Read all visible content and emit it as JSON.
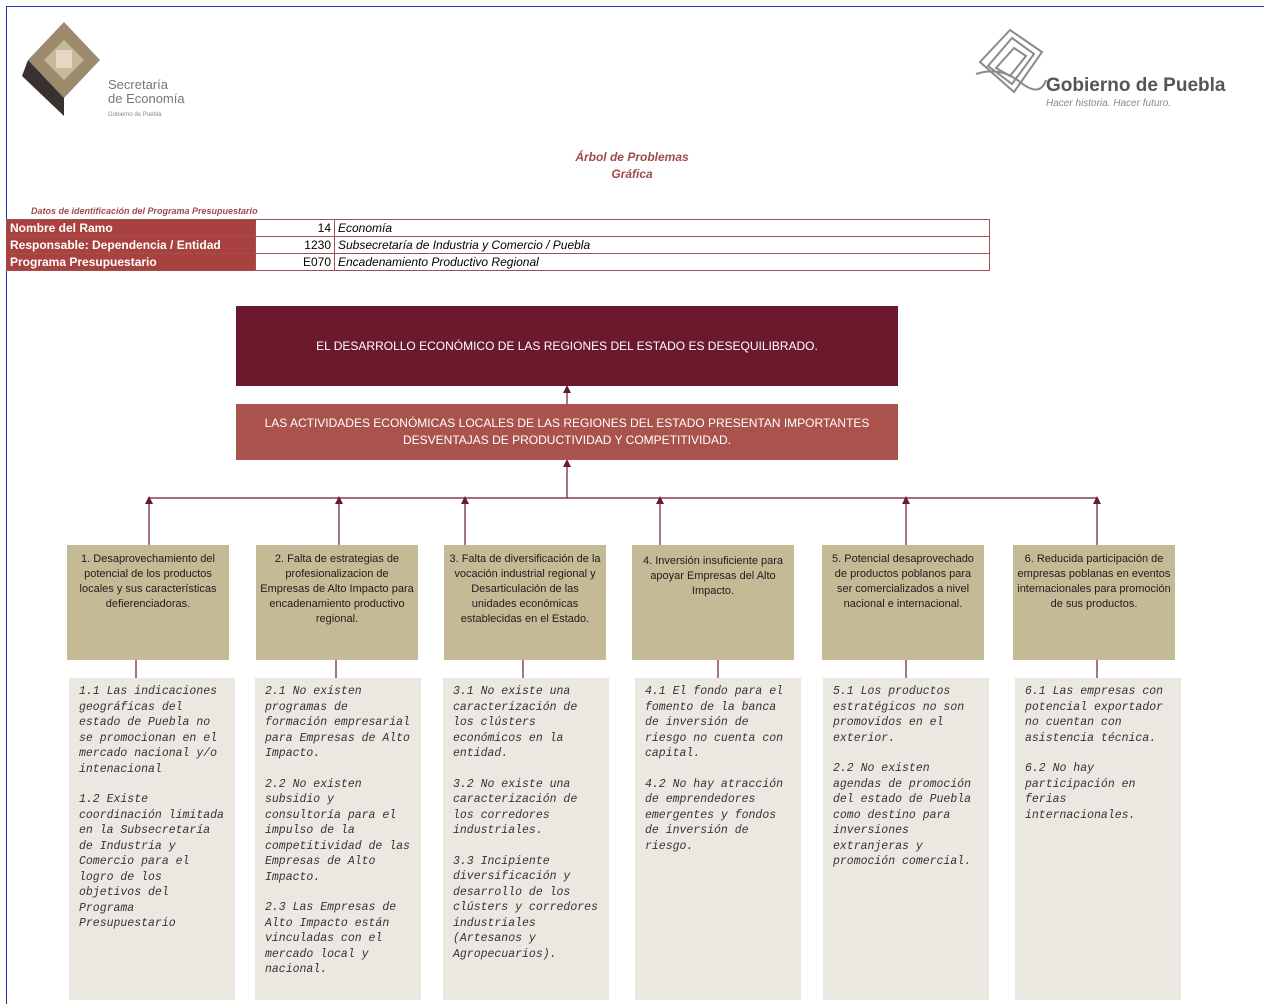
{
  "header": {
    "left_logo": {
      "line1": "Secretaría",
      "line2": "de Economía",
      "line3": "Gobierno de Puebla"
    },
    "right_logo": {
      "name": "Gobierno de Puebla",
      "slogan": "Hacer historia. Hacer futuro."
    },
    "title": "Árbol de Problemas",
    "subtitle": "Gráfica"
  },
  "identification": {
    "caption": "Datos de identificación del Programa Presupuestario",
    "rows": [
      {
        "label": "Nombre del Ramo",
        "code": "14",
        "value": "Economía"
      },
      {
        "label": "Responsable: Dependencia / Entidad",
        "code": "1230",
        "value": "Subsecretaría de Industria y Comercio / Puebla"
      },
      {
        "label": "Programa Presupuestario",
        "code": "E070",
        "value": "Encadenamiento Productivo Regional"
      }
    ]
  },
  "tree": {
    "effect": "EL DESARROLLO ECONÓMICO DE LAS REGIONES DEL ESTADO ES DESEQUILIBRADO.",
    "problem": "LAS ACTIVIDADES ECONÓMICAS LOCALES DE LAS REGIONES DEL ESTADO PRESENTAN IMPORTANTES DESVENTAJAS DE PRODUCTIVIDAD Y COMPETITIVIDAD.",
    "causes": [
      {
        "text": "1. Desaprovechamiento del potencial de los productos locales y sus características defierenciadoras.",
        "subcauses": [
          "1.1 Las indicaciones geográficas del estado de Puebla no se promocionan en el mercado nacional y/o intenacional",
          "1.2 Existe coordinación limitada en la Subsecretaría de Industria y Comercio para el logro de los objetivos del Programa Presupuestario"
        ]
      },
      {
        "text": "2. Falta de estrategias de profesionalizacion de Empresas de Alto Impacto para encadenamiento productivo regional.",
        "subcauses": [
          "2.1 No existen programas de formación empresarial para Empresas de Alto Impacto.",
          "2.2 No existen subsidio y consultoría para el impulso de la competitividad de las Empresas de Alto Impacto.",
          "2.3 Las Empresas de Alto Impacto están vinculadas con el mercado local y nacional."
        ]
      },
      {
        "text": "3. Falta de diversificación de la vocación industrial regional y Desarticulación de las unidades económicas establecidas en el Estado.",
        "subcauses": [
          "3.1 No existe una caracterización de los clústers económicos en la entidad.",
          "3.2 No existe una caracterización de los corredores industriales.",
          "3.3 Incipiente diversificación  y desarrollo de los clústers y corredores industriales (Artesanos y Agropecuarios)."
        ]
      },
      {
        "text": "4. Inversión insuficiente para apoyar Empresas del Alto Impacto.",
        "subcauses": [
          "4.1 El fondo para el fomento de la banca de inversión de riesgo no cuenta con capital.",
          "4.2 No hay atracción de emprendedores emergentes y fondos de inversión de riesgo."
        ]
      },
      {
        "text": "5. Potencial desaprovechado de productos poblanos para ser comercializados a nivel nacional e internacional.",
        "subcauses": [
          "5.1 Los productos estratégicos no son promovidos en el exterior.",
          "2.2 No existen agendas de promoción del estado de Puebla como destino para inversiones extranjeras y promoción comercial."
        ]
      },
      {
        "text": "6. Reducida participación de empresas poblanas en eventos internacionales para promoción de sus productos.",
        "subcauses": [
          "6.1 Las empresas con potencial exportador no cuentan con asistencia técnica.",
          "6.2 No hay participación en ferias internacionales."
        ]
      }
    ]
  },
  "colors": {
    "effect": "#6b1a2e",
    "problem": "#a9534c",
    "cause": "#c4ba96",
    "subcause": "#ebe8e1",
    "lines": "#6b1a2e",
    "label_bg": "#a9413e"
  }
}
